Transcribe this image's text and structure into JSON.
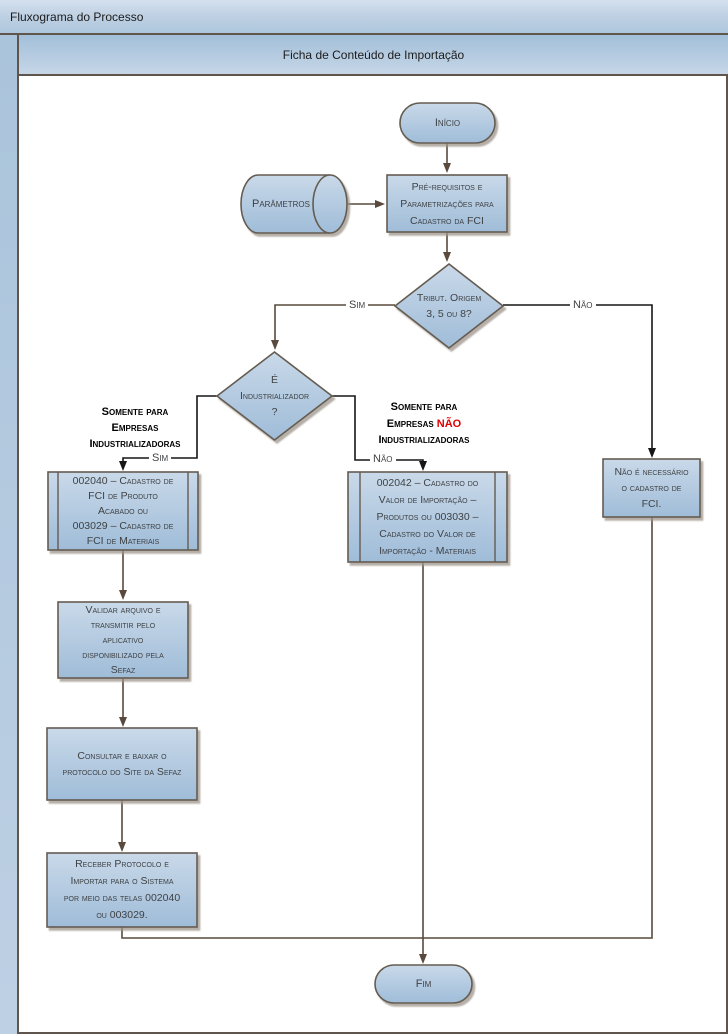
{
  "window": {
    "title": "Fluxograma do Processo"
  },
  "lane": {
    "title": "Ficha de Conteúdo de Importação"
  },
  "nodes": {
    "start": "Início",
    "parametros": "Parâmetros",
    "prerequisitos": "Pré-requisitos e\nParametrizações para\nCadastro da FCI",
    "decision_tributacao": "Tribut. Origem\n3, 5 ou 8?",
    "decision_industrializador": "É\nIndustrializador\n?",
    "cadastro_fci": "002040 – Cadastro de\nFCI de Produto\nAcabado ou\n003029 – Cadastro de\nFCI de Materiais",
    "cadastro_valor": "002042 – Cadastro do\nValor de Importação –\nProdutos ou 003030 –\nCadastro do Valor de\nImportação - Materiais",
    "nao_necessario": "Não é necessário\no cadastro de\nFCI.",
    "validar": "Validar arquivo e\ntransmitir pelo\naplicativo\ndisponibilizado pela\nSefaz",
    "consultar": "Consultar e baixar o\nprotocolo do Site da Sefaz",
    "receber": "Receber Protocolo e\nImportar para o Sistema\npor meio das telas 002040\nou 003029.",
    "end": "Fim"
  },
  "edge_labels": {
    "sim_tributacao": "Sim",
    "nao_tributacao": "Não",
    "sim_industrializador": "Sim",
    "nao_industrializador": "Não"
  },
  "notes": {
    "left": "Somente para\nEmpresas\nIndustrializadoras",
    "right_line1": "Somente para",
    "right_line2_prefix": "Empresas ",
    "right_line2_red": "NÃO",
    "right_line3": "Industrializadoras"
  },
  "colors": {
    "band_fill_top": "#a2bfd9",
    "band_fill_bottom": "#c6d6e7",
    "shape_fill_top": "#c9d9e9",
    "shape_fill_bottom": "#9fbcd8",
    "shape_border": "#655b51",
    "connector_brown": "#594a3d",
    "connector_black": "#161616",
    "text": "#3f4245",
    "highlight_red": "#e00000"
  }
}
